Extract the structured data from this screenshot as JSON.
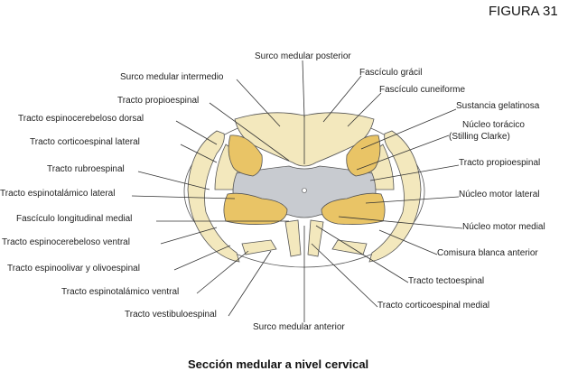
{
  "figure_label": "FIGURA 31",
  "caption": "Sección medular a nivel cervical",
  "labels_left": {
    "surco_posterior": "Surco medular posterior",
    "surco_intermedio": "Surco medular intermedio",
    "propioespinal": "Tracto propioespinal",
    "espinocerebeloso_dorsal": "Tracto espinocerebeloso dorsal",
    "corticoespinal_lateral": "Tracto corticoespinal lateral",
    "rubroespinal": "Tracto rubroespinal",
    "espinotalamico_lateral": "Tracto espinotalámico lateral",
    "fasciculo_longitudinal": "Fascículo longitudinal medial",
    "espinocerebeloso_ventral": "Tracto espinocerebeloso ventral",
    "espinoolivar": "Tracto espinoolivar y olivoespinal",
    "espinotalamico_ventral": "Tracto espinotalámico ventral",
    "vestibuloespinal": "Tracto vestibuloespinal",
    "surco_anterior": "Surco medular anterior"
  },
  "labels_right": {
    "gracil": "Fascículo grácil",
    "cuneiforme": "Fascículo cuneiforme",
    "gelatinosa": "Sustancia gelatinosa",
    "toracico": "Núcleo torácico",
    "stilling": "(Stilling Clarke)",
    "propioespinal": "Tracto propioespinal",
    "motor_lateral": "Núcleo motor lateral",
    "motor_medial": "Núcleo motor medial",
    "comisura": "Comisura blanca anterior",
    "tectoespinal": "Tracto tectoespinal",
    "corticoespinal_medial": "Tracto corticoespinal medial"
  },
  "colors": {
    "white_matter": "#f3e8bd",
    "gray_horns": "#e9c466",
    "center": "#c8cbd0"
  }
}
